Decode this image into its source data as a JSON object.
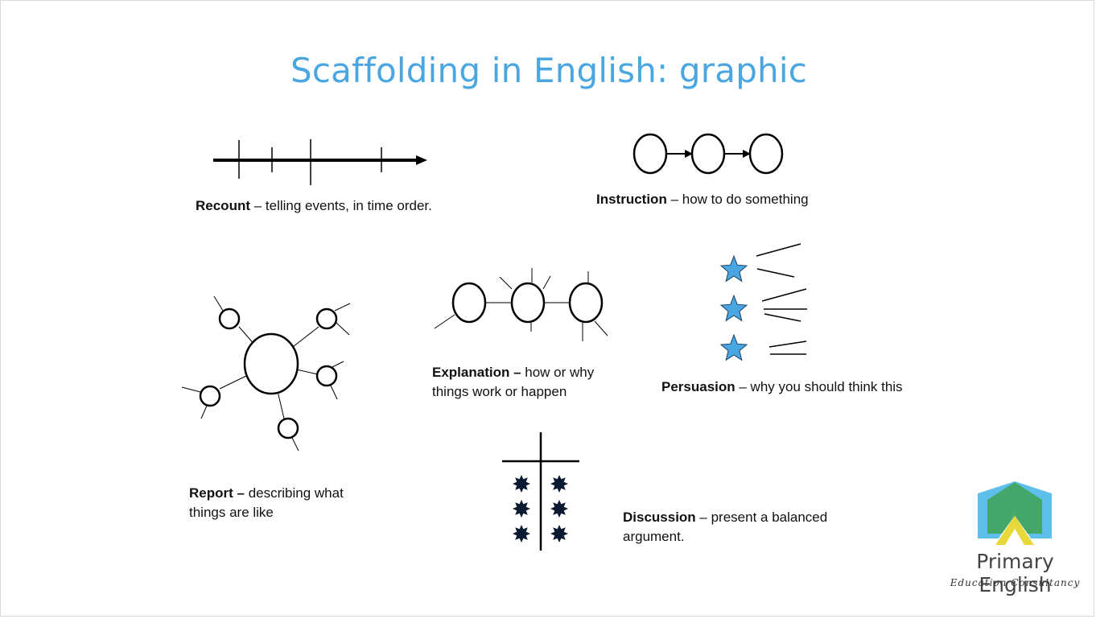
{
  "slide": {
    "title": "Scaffolding in English: graphic"
  },
  "captions": {
    "recount": {
      "term": "Recount",
      "desc": " – telling events, in time order."
    },
    "instruction": {
      "term": "Instruction",
      "desc": " – how to do something"
    },
    "report": {
      "term": "Report –",
      "desc": " describing what things are like"
    },
    "explanation": {
      "term": "Explanation –",
      "desc": " how or why things work or happen"
    },
    "persuasion": {
      "term": "Persuasion",
      "desc": " – why you should think this"
    },
    "discussion": {
      "term": "Discussion",
      "desc": " – present a balanced argument."
    }
  },
  "logo": {
    "name": "Primary English",
    "tagline": "Education Consultancy",
    "colors": {
      "blue": "#4db8e8",
      "green": "#3fa45b",
      "yellow": "#e8d83a"
    }
  },
  "colors": {
    "title": "#4aa6e0",
    "star": "#4aa6e0"
  }
}
